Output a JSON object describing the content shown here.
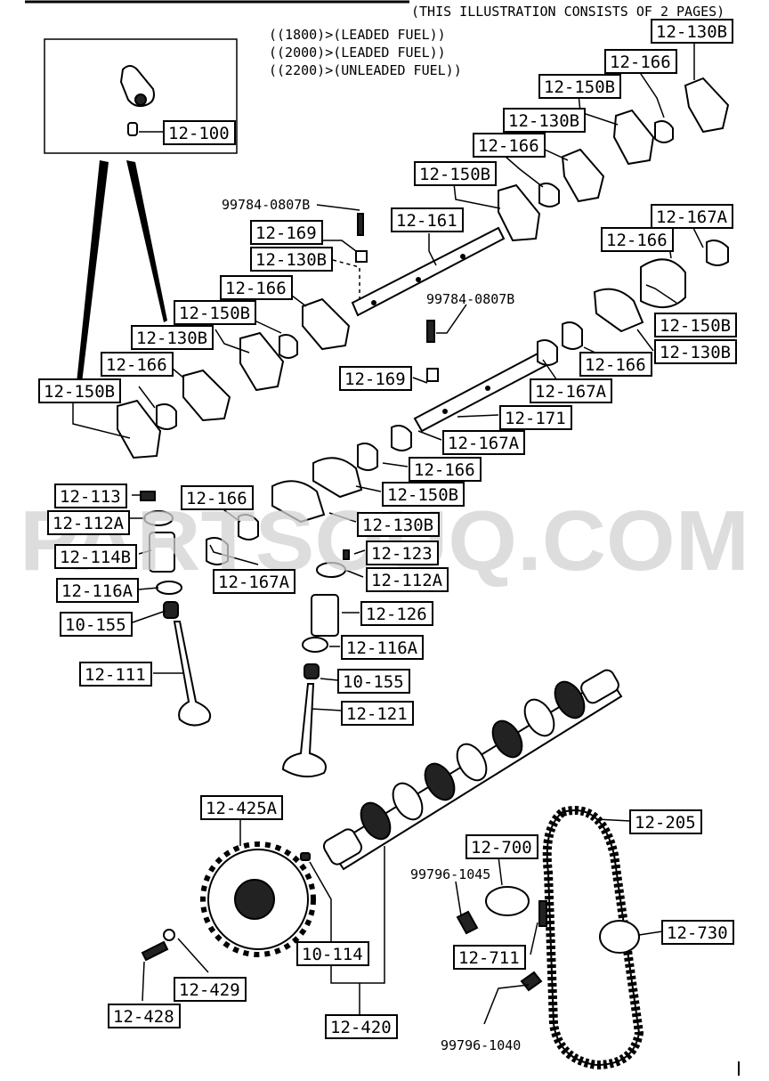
{
  "header": {
    "note": "(THIS ILLUSTRATION CONSISTS OF  2 PAGES)",
    "variants": [
      "((1800)>(LEADED FUEL))",
      "((2000)>(LEADED FUEL))",
      "((2200)>(UNLEADED FUEL))"
    ]
  },
  "watermark": "PARTSOUQ.COM",
  "inset_label": "12-100",
  "labels": [
    "12-130B",
    "12-166",
    "12-150B",
    "12-130B",
    "12-166",
    "12-150B",
    "12-161",
    "99784-0807B",
    "12-169",
    "12-130B",
    "12-166",
    "12-150B",
    "12-130B",
    "12-166",
    "12-150B",
    "12-167A",
    "12-166",
    "99784-0807B",
    "12-150B",
    "12-130B",
    "12-166",
    "12-169",
    "12-167A",
    "12-171",
    "12-167A",
    "12-166",
    "12-150B",
    "12-113",
    "12-112A",
    "12-114B",
    "12-166",
    "12-130B",
    "12-123",
    "12-112A",
    "12-167A",
    "12-116A",
    "10-155",
    "12-126",
    "12-116A",
    "12-111",
    "10-155",
    "12-121",
    "12-425A",
    "12-205",
    "12-700",
    "99796-1045",
    "12-730",
    "10-114",
    "12-711",
    "12-429",
    "12-428",
    "12-420",
    "99796-1040"
  ]
}
